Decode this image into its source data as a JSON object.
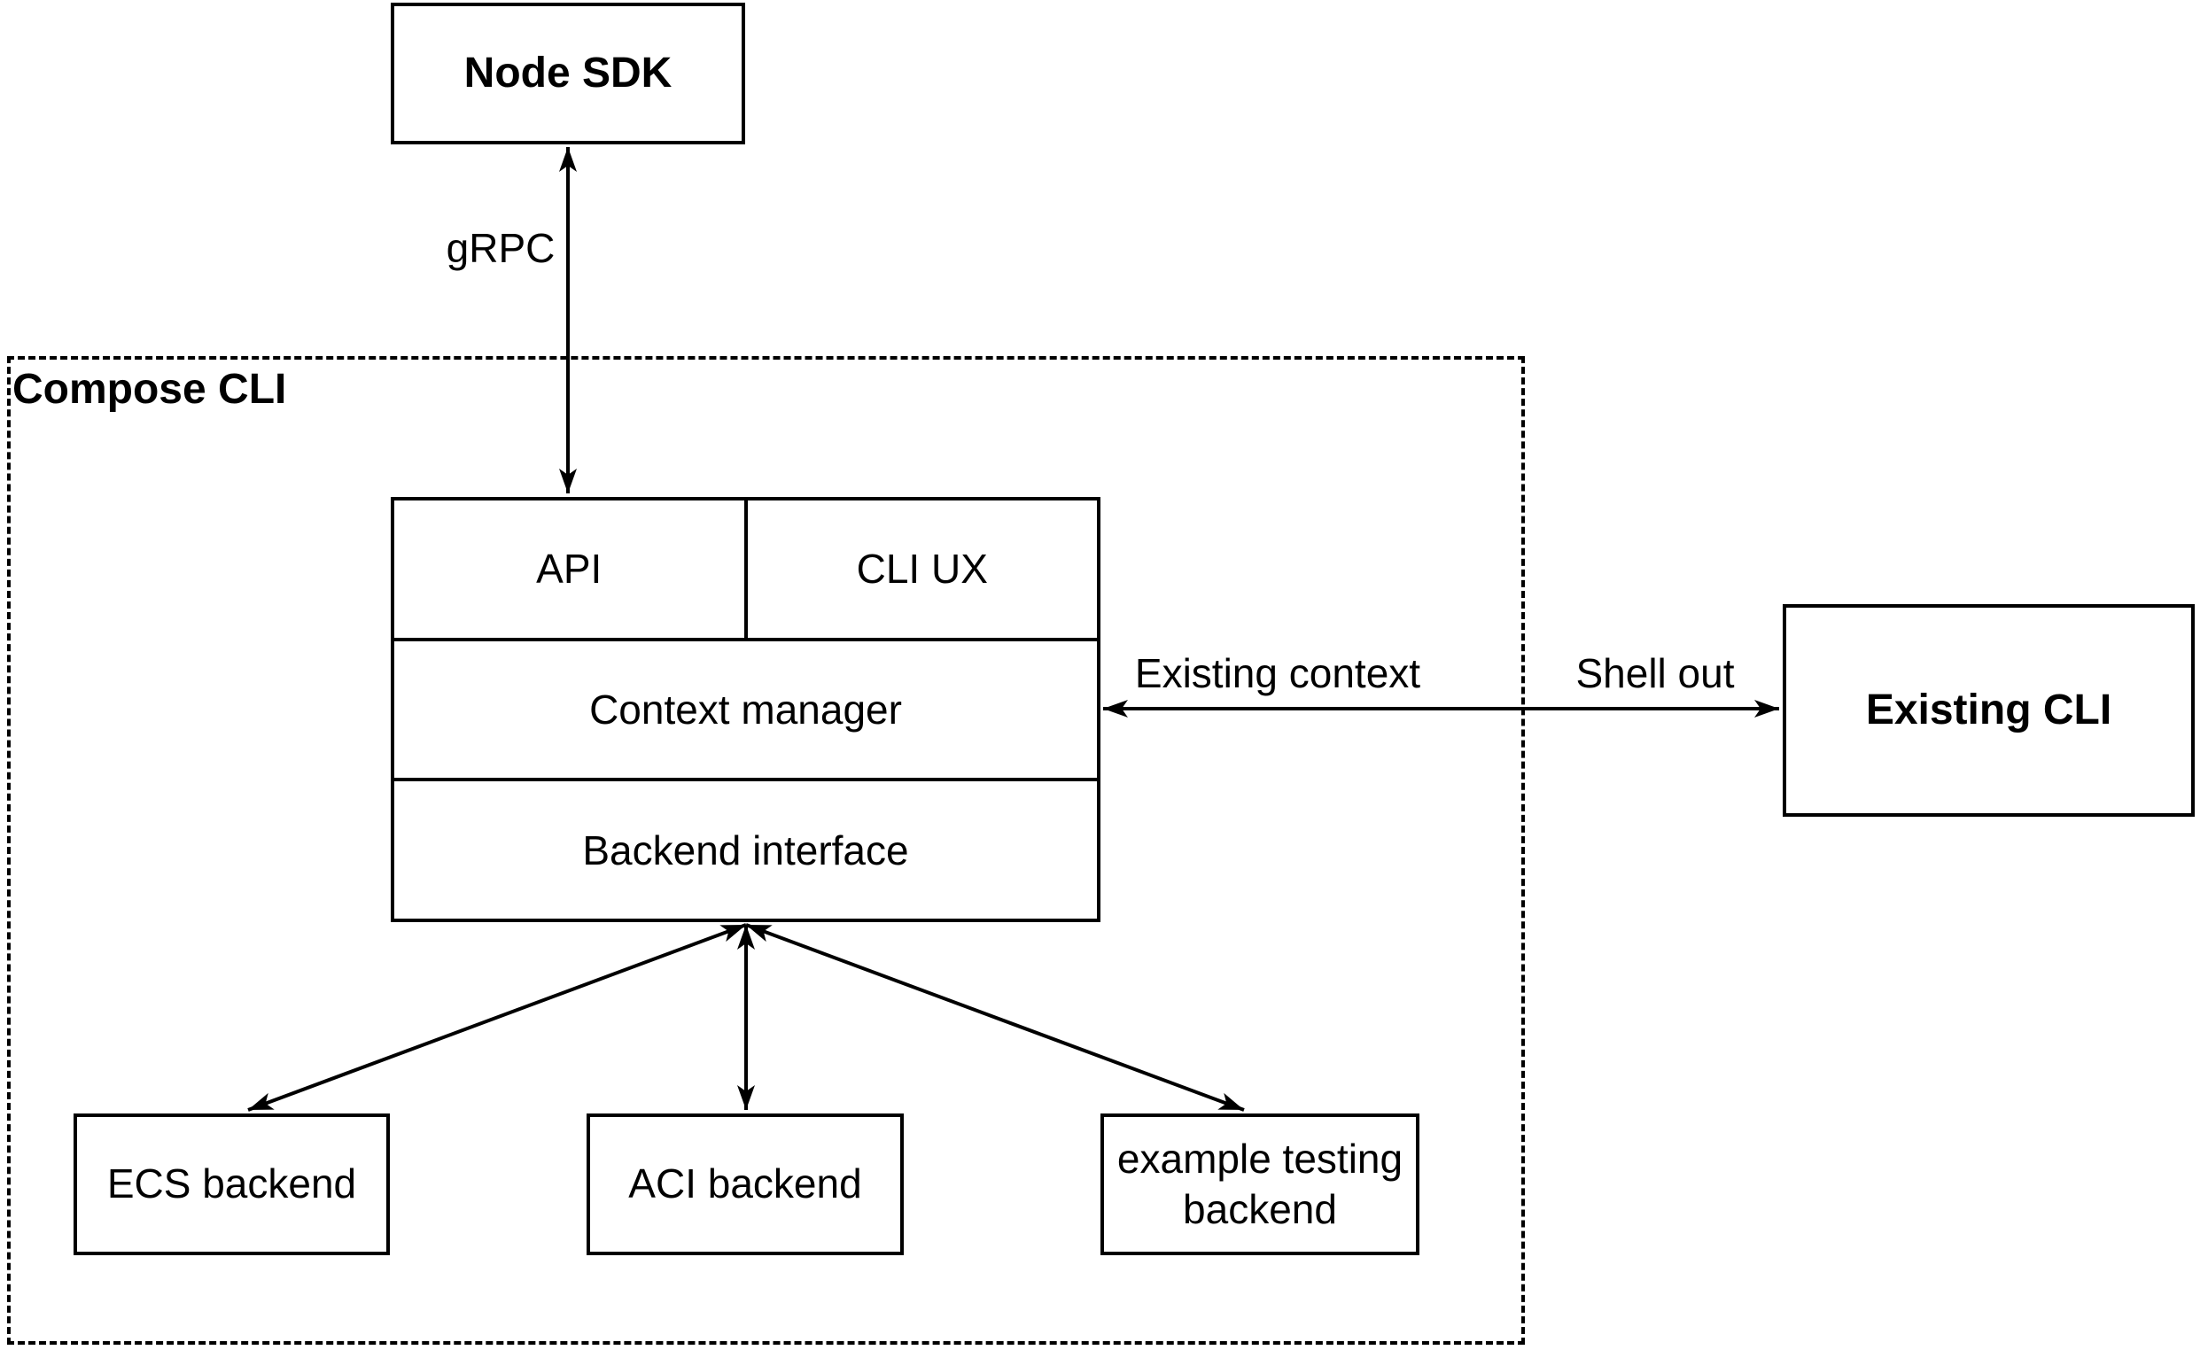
{
  "diagram": {
    "title_area": {
      "compose_container_label": "Compose CLI"
    },
    "nodes": {
      "node_sdk": {
        "label": "Node SDK"
      },
      "api": {
        "label": "API"
      },
      "cli_ux": {
        "label": "CLI UX"
      },
      "context_manager": {
        "label": "Context manager"
      },
      "backend_interface": {
        "label": "Backend interface"
      },
      "existing_cli": {
        "label": "Existing CLI"
      },
      "ecs_backend": {
        "label": "ECS backend"
      },
      "aci_backend": {
        "label": "ACI backend"
      },
      "example_testing_backend": {
        "label": "example testing backend"
      }
    },
    "edges": {
      "grpc": {
        "label": "gRPC",
        "style": "double-arrow"
      },
      "existing_context": {
        "label": "Existing context",
        "style": "double-arrow"
      },
      "shell_out": {
        "label": "Shell out",
        "style": "double-arrow"
      },
      "backend_to_ecs": {
        "label": "",
        "style": "double-arrow"
      },
      "backend_to_aci": {
        "label": "",
        "style": "double-arrow"
      },
      "backend_to_example": {
        "label": "",
        "style": "double-arrow"
      }
    },
    "colors": {
      "stroke": "#000000",
      "background": "#ffffff",
      "text": "#000000"
    }
  }
}
